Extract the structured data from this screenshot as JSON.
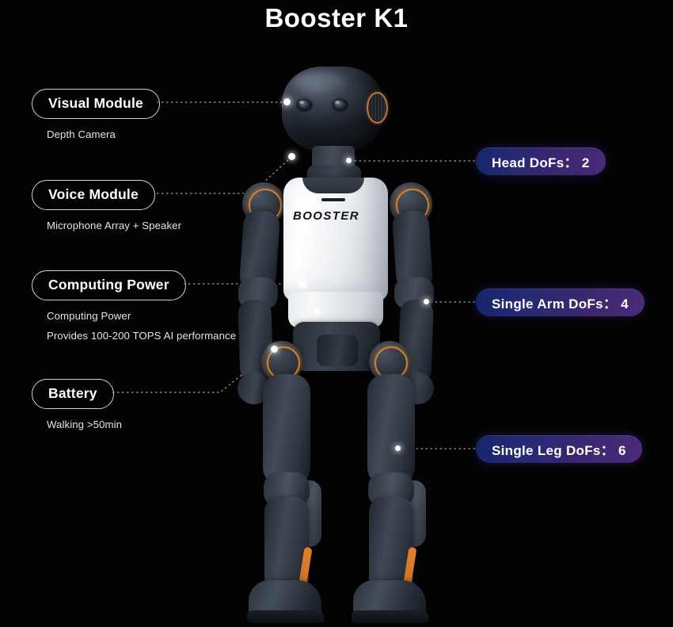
{
  "page": {
    "title": "Booster K1",
    "background_color": "#000000",
    "brand_text": "BOOSTER",
    "accent_orange": "#d4822f",
    "badge_gradient_start": "#16246b",
    "badge_gradient_end": "#4b2a78"
  },
  "left_labels": [
    {
      "label": "Visual Module",
      "sublines": [
        "Depth Camera"
      ]
    },
    {
      "label": "Voice Module",
      "sublines": [
        "Microphone Array + Speaker"
      ]
    },
    {
      "label": "Computing Power",
      "sublines": [
        "Computing Power",
        "Provides 100-200 TOPS AI performance"
      ]
    },
    {
      "label": "Battery",
      "sublines": [
        "Walking >50min"
      ]
    }
  ],
  "right_badges": [
    {
      "text": "Head DoFs： 2"
    },
    {
      "text": "Single Arm DoFs： 4"
    },
    {
      "text": "Single Leg DoFs： 6"
    }
  ]
}
